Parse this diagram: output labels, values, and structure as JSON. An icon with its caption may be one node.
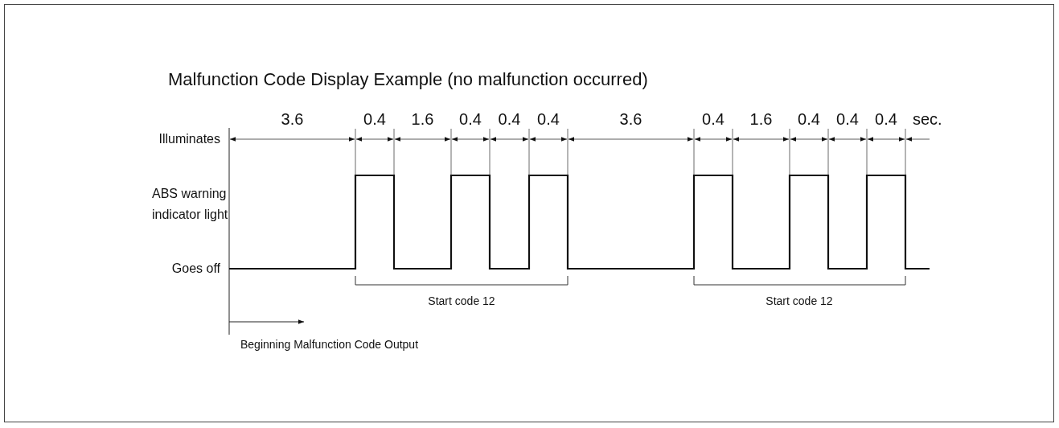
{
  "diagram": {
    "title": "Malfunction Code Display Example (no malfunction occurred)",
    "labels": [
      "3.6",
      "0.4",
      "1.6",
      "0.4",
      "0.4",
      "0.4",
      "3.6",
      "0.4",
      "1.6",
      "0.4",
      "0.4",
      "0.4",
      "sec.",
      "Illuminates",
      "ABS warning indicator light",
      "Goes off",
      "Start code 12",
      "Start code 12",
      "Beginning Malfunction Code Output"
    ]
  }
}
